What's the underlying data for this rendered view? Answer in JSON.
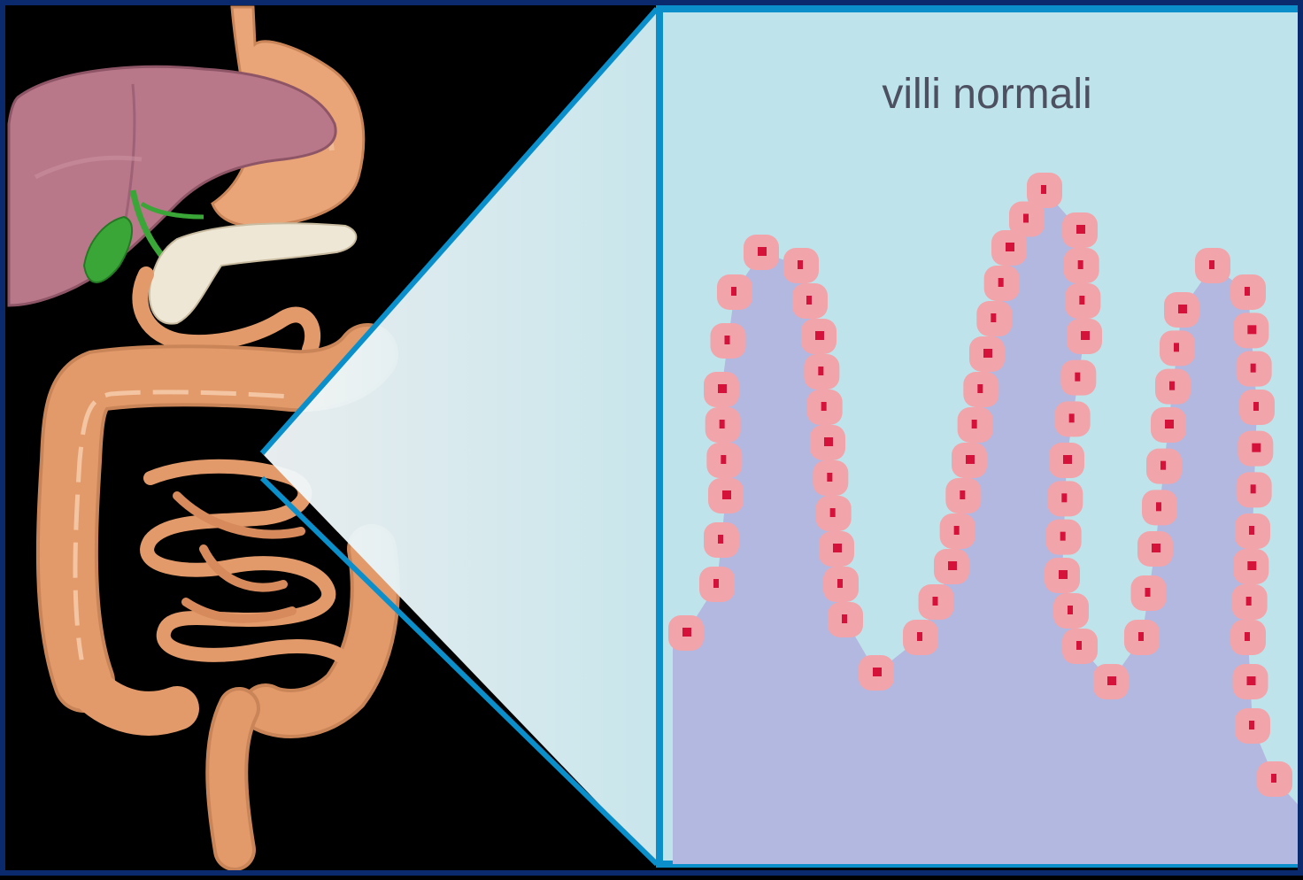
{
  "figure": {
    "panel_title": "villi normali",
    "colors": {
      "background": "#000000",
      "outer_border": "#0b2a6e",
      "zoom_border": "#0a8fcb",
      "panel_light": "#bfe3ea",
      "villus_fill": "#b2b8df",
      "cell_fill": "#f2a4ab",
      "cell_nucleus": "#d4123a",
      "liver": "#b8788a",
      "stomach": "#e9a477",
      "intestine": "#e39a6a",
      "gallbladder": "#3aa637",
      "pancreas": "#efe7d5"
    },
    "icons": [
      "liver-organ",
      "stomach-organ",
      "gallbladder-organ",
      "small-intestine",
      "large-intestine",
      "magnifier-cone"
    ]
  }
}
